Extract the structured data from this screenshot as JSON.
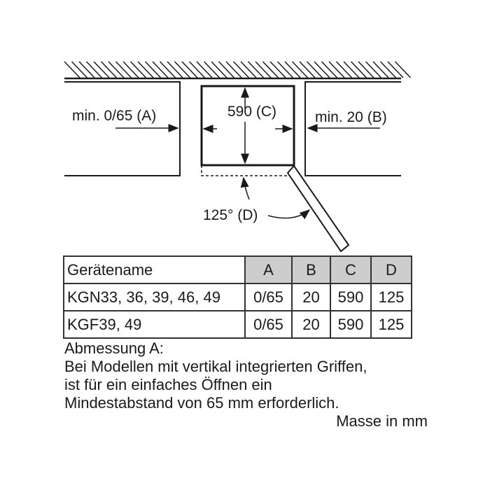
{
  "diagram": {
    "label_a": "min. 0/65 (A)",
    "label_b": "min. 20 (B)",
    "label_c": "590 (C)",
    "label_d": "125° (D)"
  },
  "table": {
    "headers": [
      "Gerätename",
      "A",
      "B",
      "C",
      "D"
    ],
    "rows": [
      [
        "KGN33, 36, 39, 46, 49",
        "0/65",
        "20",
        "590",
        "125"
      ],
      [
        "KGF39, 49",
        "0/65",
        "20",
        "590",
        "125"
      ]
    ]
  },
  "note": {
    "title": "Abmessung A:",
    "lines": [
      "Bei Modellen mit vertikal integrierten Griffen,",
      "ist für ein einfaches Öffnen ein",
      "Mindestabstand von 65 mm erforderlich."
    ]
  },
  "units": "Masse in mm"
}
